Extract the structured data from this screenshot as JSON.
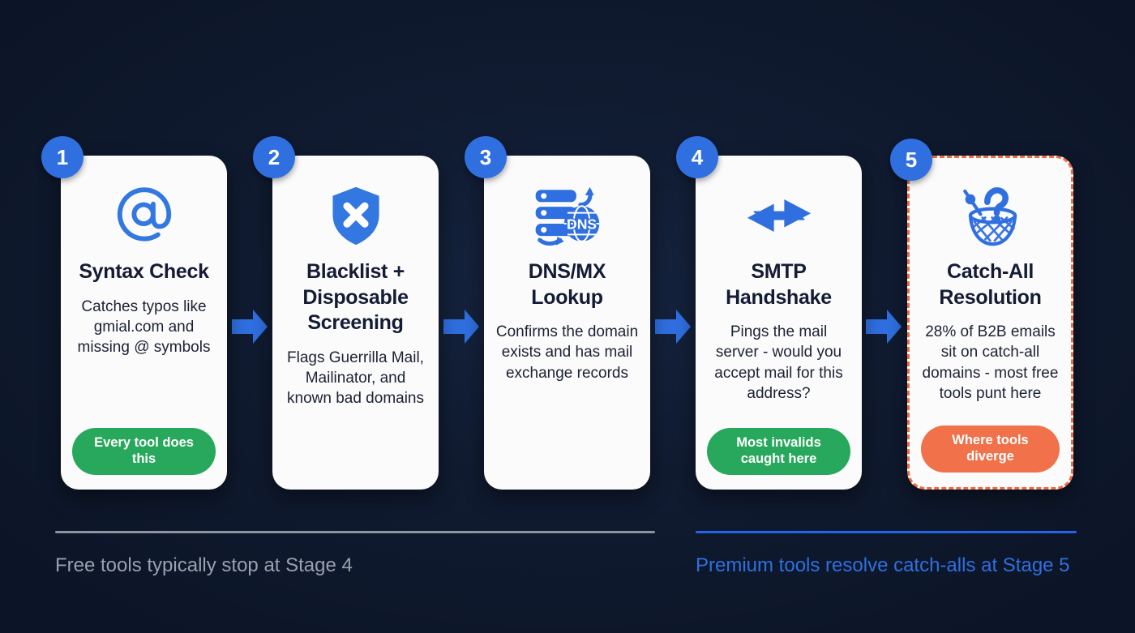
{
  "background_color": "#0d182c",
  "accent_blue": "#2f6fe0",
  "accent_green": "#28a85c",
  "accent_orange": "#f0714a",
  "stages": [
    {
      "number": "1",
      "icon": "at-sign-icon",
      "title": "Syntax Check",
      "description": "Catches typos like gmial.com and missing @ symbols",
      "pill": "Every tool does this",
      "pill_color": "green",
      "highlighted": false
    },
    {
      "number": "2",
      "icon": "shield-x-icon",
      "title": "Blacklist + Disposable Screening",
      "description": "Flags Guerrilla Mail, Mailinator, and known bad domains",
      "pill": "",
      "pill_color": "none",
      "highlighted": false
    },
    {
      "number": "3",
      "icon": "dns-server-globe-icon",
      "title": "DNS/MX Lookup",
      "description": "Confirms the domain exists and has mail exchange records",
      "pill": "",
      "pill_color": "none",
      "highlighted": false
    },
    {
      "number": "4",
      "icon": "exchange-arrows-icon",
      "title": "SMTP Handshake",
      "description": "Pings the mail server - would you accept mail for this address?",
      "pill": "Most invalids caught here",
      "pill_color": "green",
      "highlighted": false
    },
    {
      "number": "5",
      "icon": "net-question-icon",
      "title": "Catch-All Resolution",
      "description": "28% of B2B emails sit on catch-all domains - most free tools punt here",
      "pill": "Where tools diverge",
      "pill_color": "orange",
      "highlighted": true
    }
  ],
  "footer": {
    "left": "Free tools typically stop at Stage 4",
    "right": "Premium tools resolve catch-alls at Stage 5"
  }
}
